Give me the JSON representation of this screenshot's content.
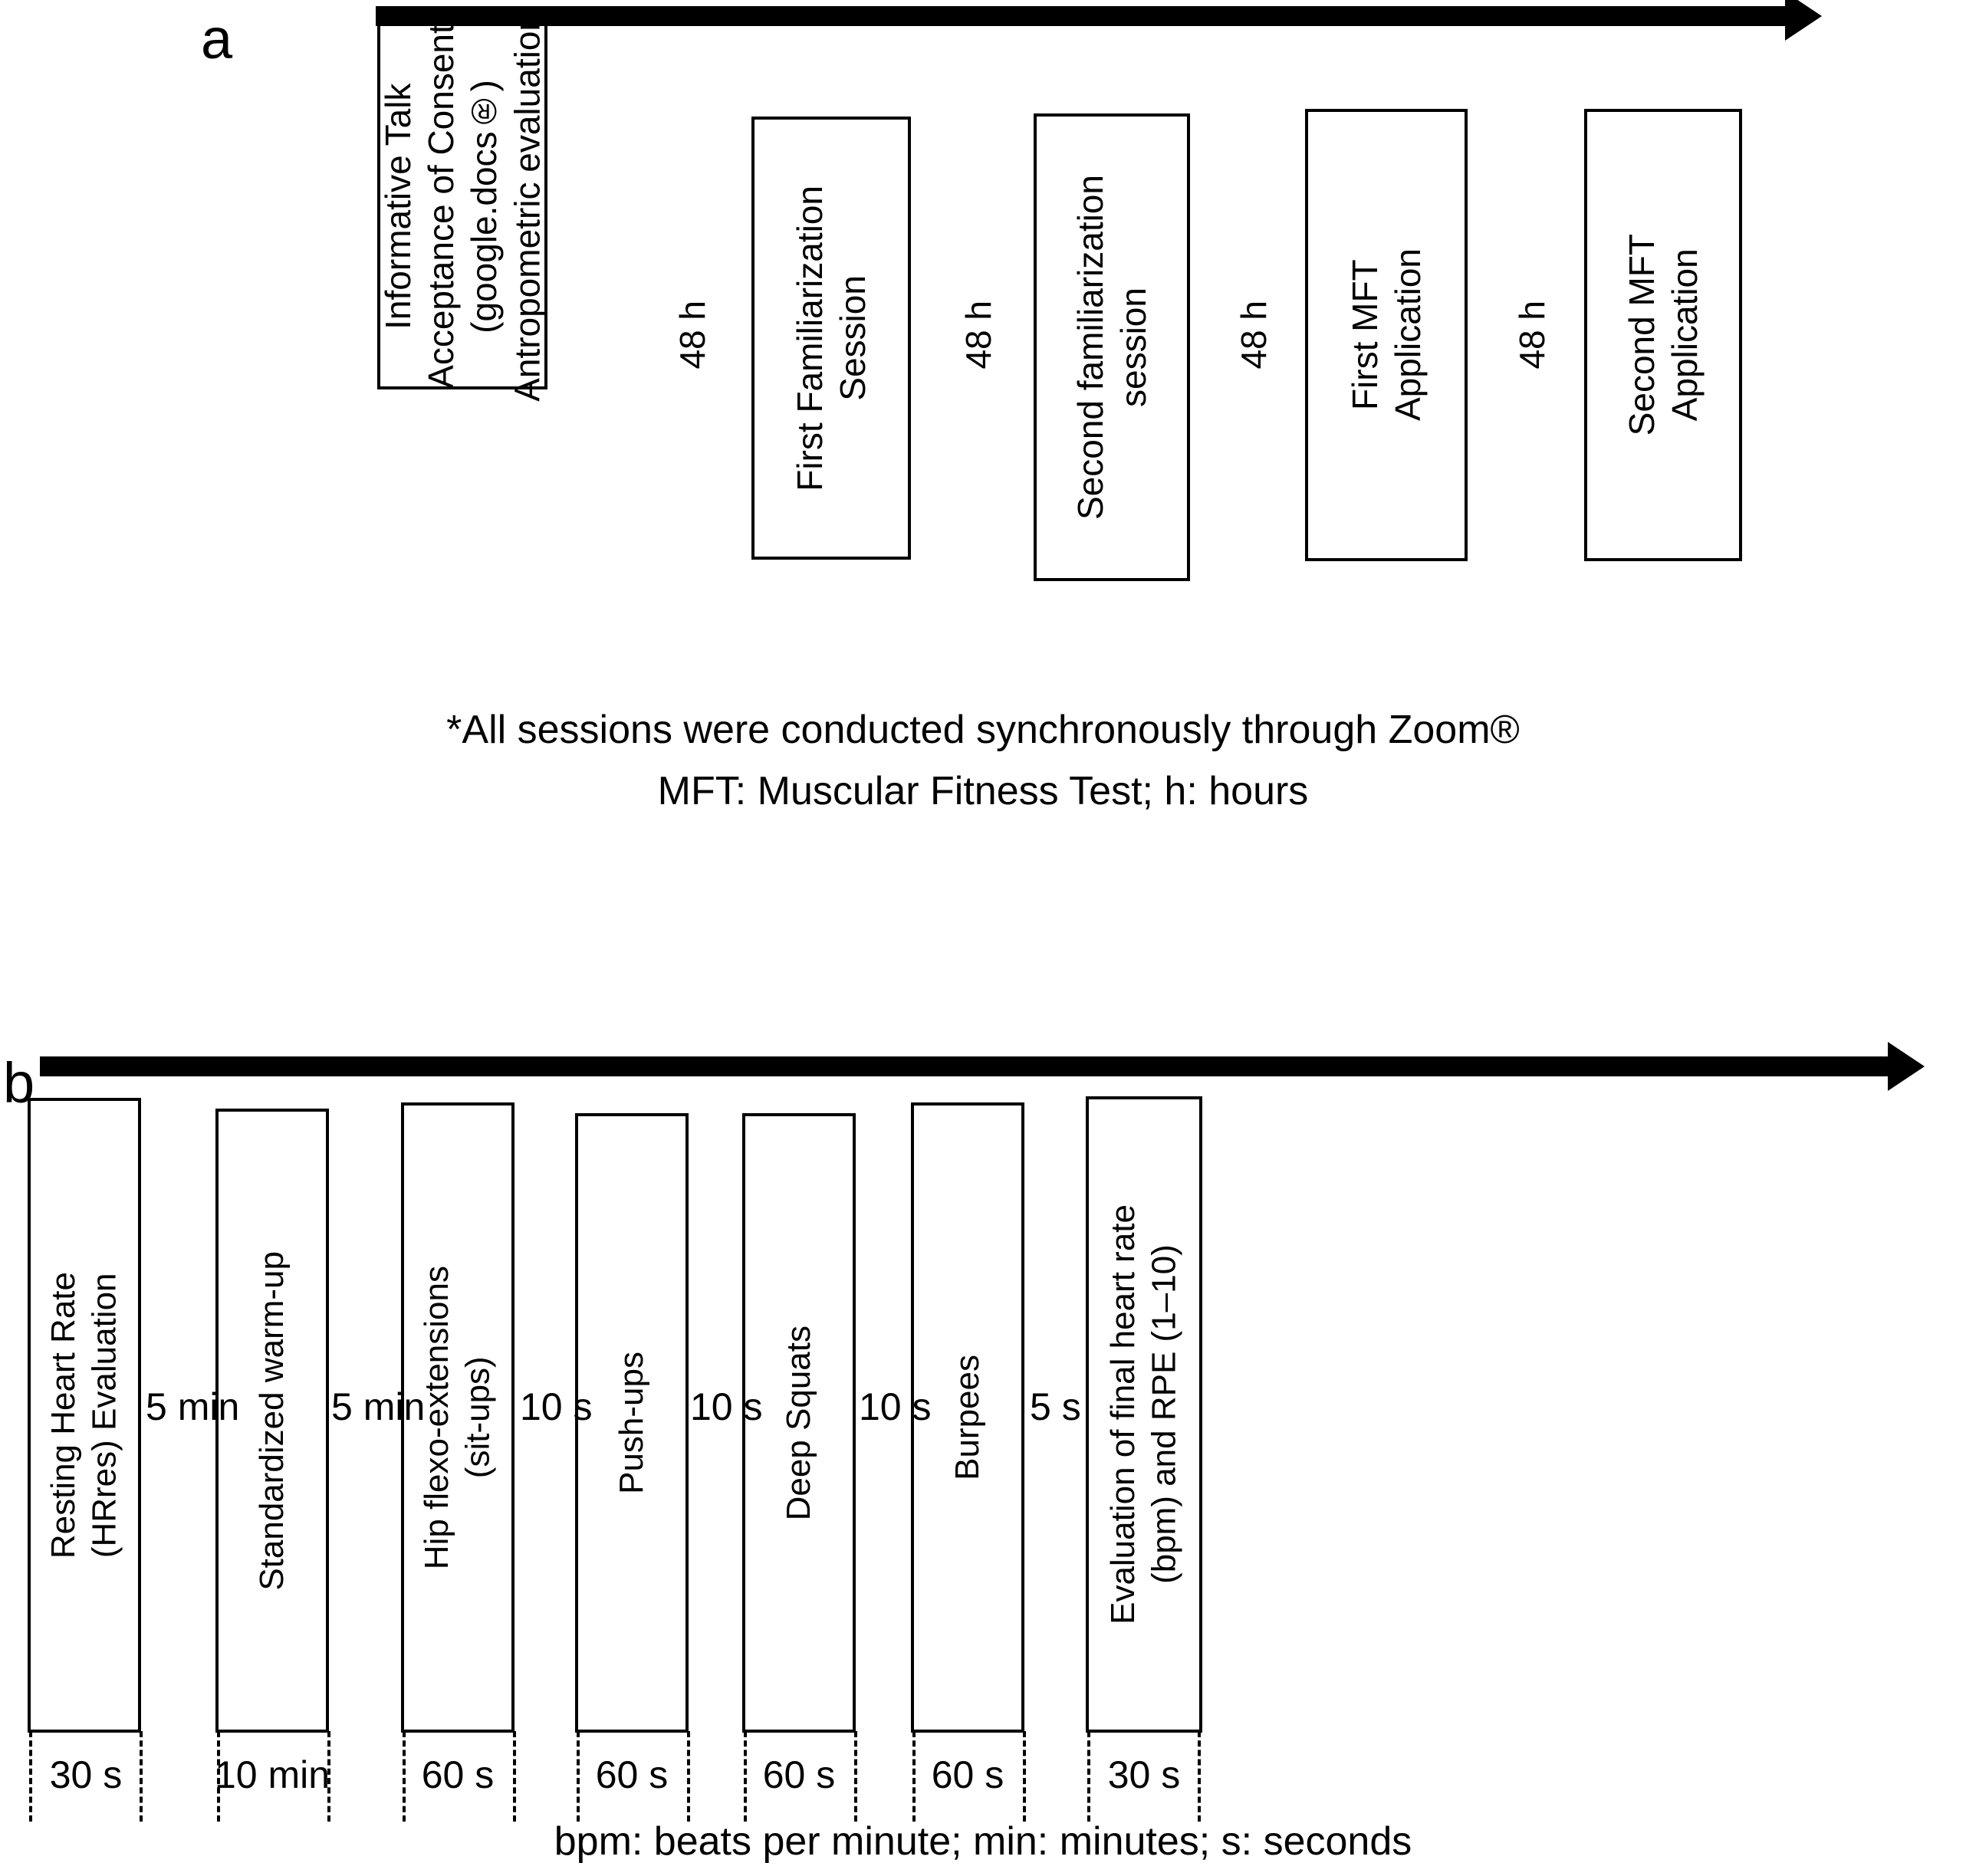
{
  "figure": {
    "panel_a": {
      "letter": "a",
      "arrow": "timeline-arrow-right",
      "steps": [
        {
          "label": "Informative Talk\nAcceptance of Consent\n(google.docs®)\nAntropometric evaluation"
        },
        {
          "label": "First Familiarization\nSession"
        },
        {
          "label": "Second familiarization\nsession"
        },
        {
          "label": "First MFT\nApplication"
        },
        {
          "label": "Second MFT\nApplication"
        }
      ],
      "intervals": [
        "48 h",
        "48 h",
        "48 h",
        "48 h"
      ],
      "captions": [
        "*All sessions were conducted synchronously through Zoom®",
        "MFT: Muscular Fitness Test; h: hours"
      ]
    },
    "panel_b": {
      "letter": "b",
      "arrow": "timeline-arrow-right",
      "steps": [
        {
          "label": "Resting Heart Rate\n(HRres) Evaluation",
          "duration": "30 s"
        },
        {
          "label": "Standardized warm-up",
          "duration": "10 min"
        },
        {
          "label": "Hip flexo-extensions\n(sit-ups)",
          "duration": "60 s"
        },
        {
          "label": "Push-ups",
          "duration": "60 s"
        },
        {
          "label": "Deep Squats",
          "duration": "60 s"
        },
        {
          "label": "Burpees",
          "duration": "60 s"
        },
        {
          "label": "Evaluation of final heart rate\n(bpm) and RPE (1–10)",
          "duration": "30 s"
        }
      ],
      "intervals": [
        "5 min",
        "5 min",
        "10 s",
        "10 s",
        "10 s",
        "5 s"
      ],
      "captions": [
        "bpm: beats per minute; min: minutes; s: seconds"
      ]
    }
  }
}
